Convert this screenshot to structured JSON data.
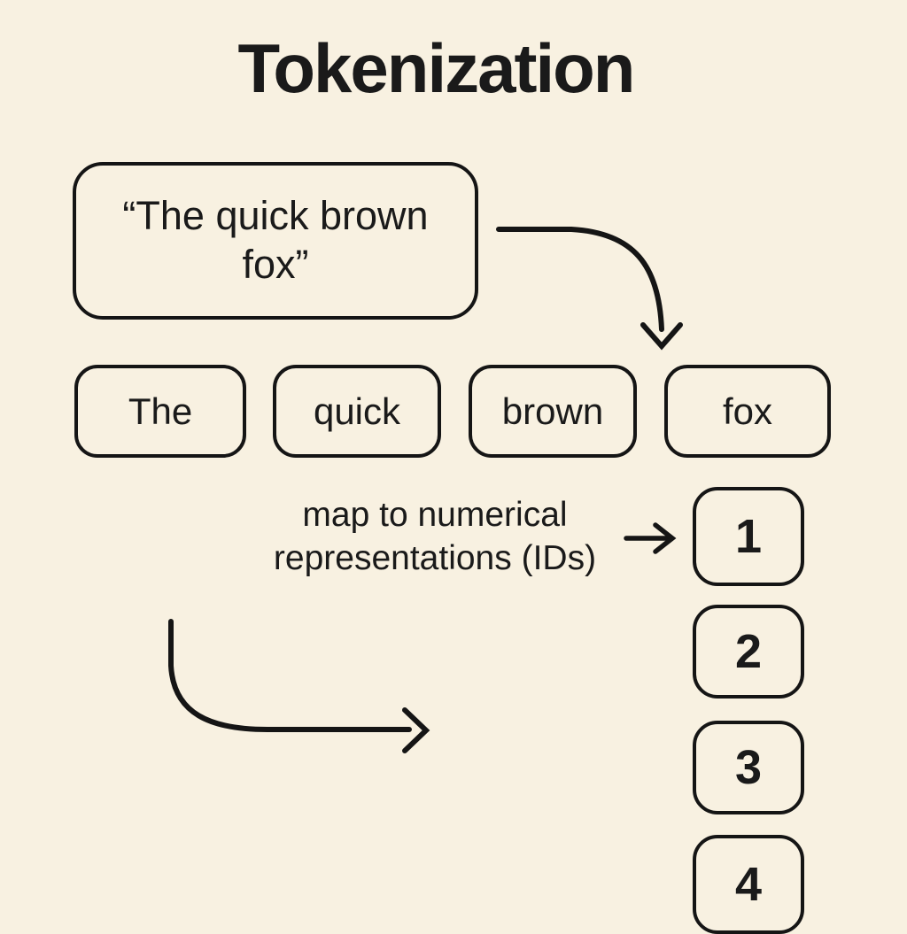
{
  "title": "Tokenization",
  "source": {
    "text": "“The quick brown fox”"
  },
  "tokens": [
    "The",
    "quick",
    "brown",
    "fox"
  ],
  "mapping": {
    "label": "map to numerical representations (IDs)"
  },
  "ids": [
    "1",
    "2",
    "3",
    "4"
  ],
  "icons": {
    "tokenize_arrow": "curved-arrow-down-icon",
    "map_arrow": "right-arrow-icon",
    "flow_arrow": "curved-arrow-right-icon"
  },
  "colors": {
    "background": "#f8f1e1",
    "stroke": "#151515",
    "text": "#1a1a1a"
  }
}
